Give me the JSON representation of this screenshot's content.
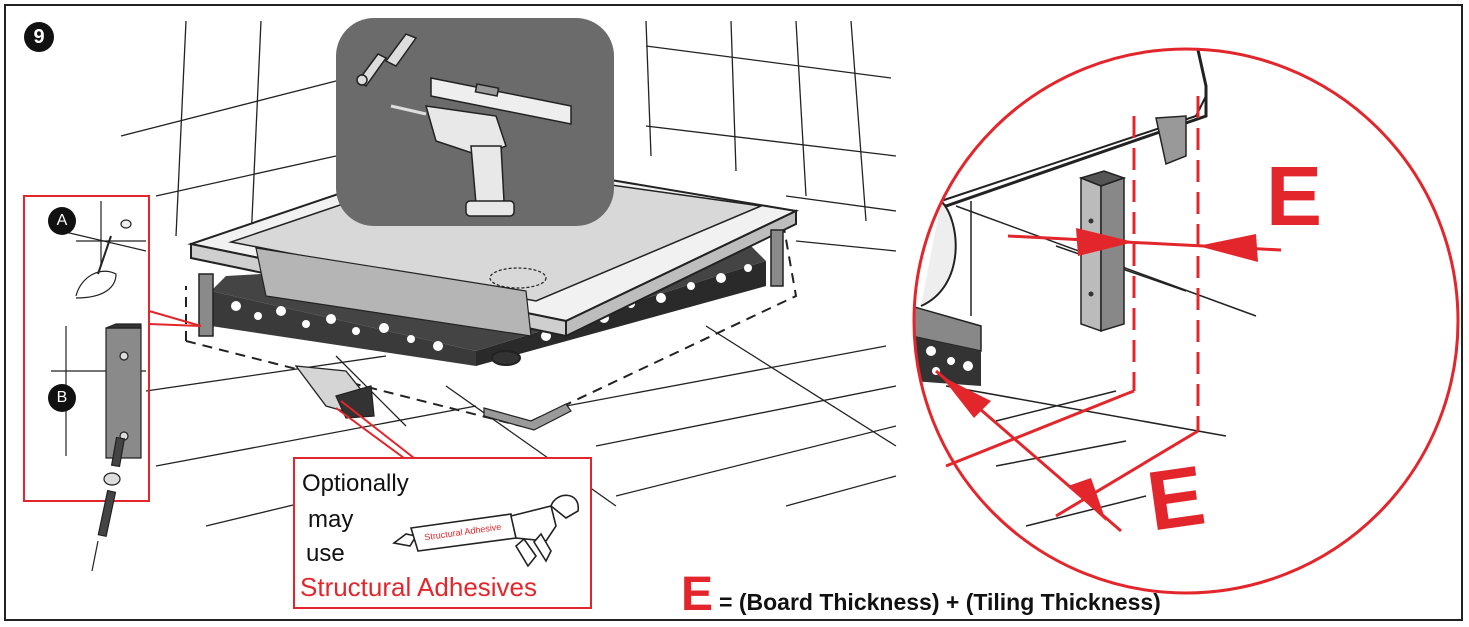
{
  "step_number": "9",
  "callouts": {
    "a": "A",
    "b": "B"
  },
  "optional_box": {
    "line1": "Optionally",
    "line2": "may",
    "line3": "use",
    "highlight": "Structural Adhesives",
    "tube_label": "Structural Adhesive"
  },
  "detail": {
    "dimension_label_1": "E",
    "dimension_label_2": "E"
  },
  "formula": {
    "symbol": "E",
    "text": "= (Board Thickness) + (Tiling Thickness)"
  },
  "colors": {
    "accent": "#e3262b",
    "ink": "#111111",
    "tool_panel": "#6b6b6b"
  }
}
